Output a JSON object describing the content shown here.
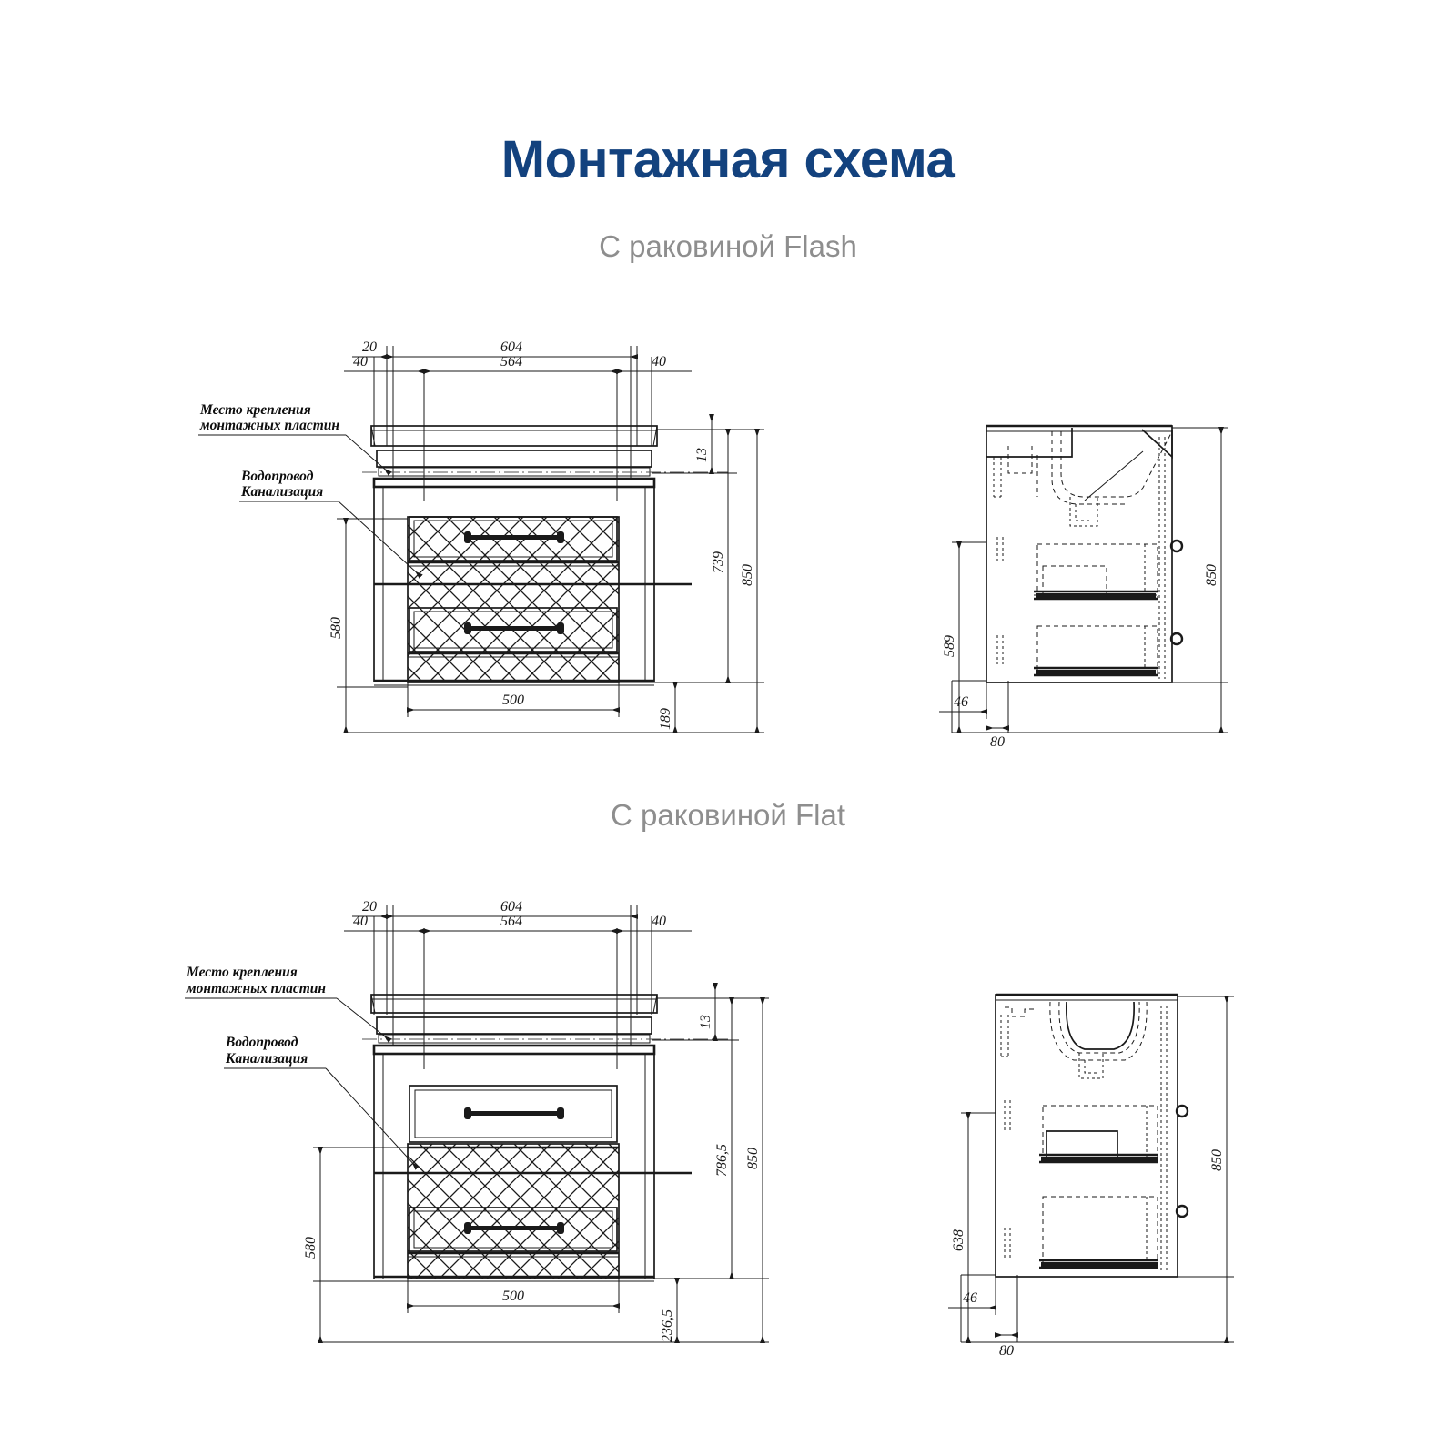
{
  "header": {
    "title": "Монтажная схема",
    "title_color": "#13427e",
    "subtitle_color": "#8e8e8e"
  },
  "sections": [
    {
      "subtitle": "С раковиной Flash",
      "notes": {
        "mount_line1": "Место крепления",
        "mount_line2": "монтажных пластин",
        "plumb_line1": "Водопровод",
        "plumb_line2": "Канализация"
      },
      "front_view": {
        "top_dims": [
          "20",
          "604",
          "40",
          "564",
          "40"
        ],
        "right_dims": [
          "13",
          "739",
          "850"
        ],
        "left_dim": "580",
        "bottom_dim": "500",
        "offset_dim": "189"
      },
      "side_view": {
        "right_dim": "850",
        "left_dim": "589",
        "bottom_dims": [
          "46",
          "80"
        ]
      }
    },
    {
      "subtitle": "С раковиной Flat",
      "notes": {
        "mount_line1": "Место крепления",
        "mount_line2": "монтажных пластин",
        "plumb_line1": "Водопровод",
        "plumb_line2": "Канализация"
      },
      "front_view": {
        "top_dims": [
          "20",
          "604",
          "40",
          "564",
          "40"
        ],
        "right_dims": [
          "13",
          "786,5",
          "850"
        ],
        "left_dim": "580",
        "bottom_dim": "500",
        "offset_dim": "236,5"
      },
      "side_view": {
        "right_dim": "850",
        "left_dim": "638",
        "bottom_dims": [
          "46",
          "80"
        ]
      }
    }
  ]
}
